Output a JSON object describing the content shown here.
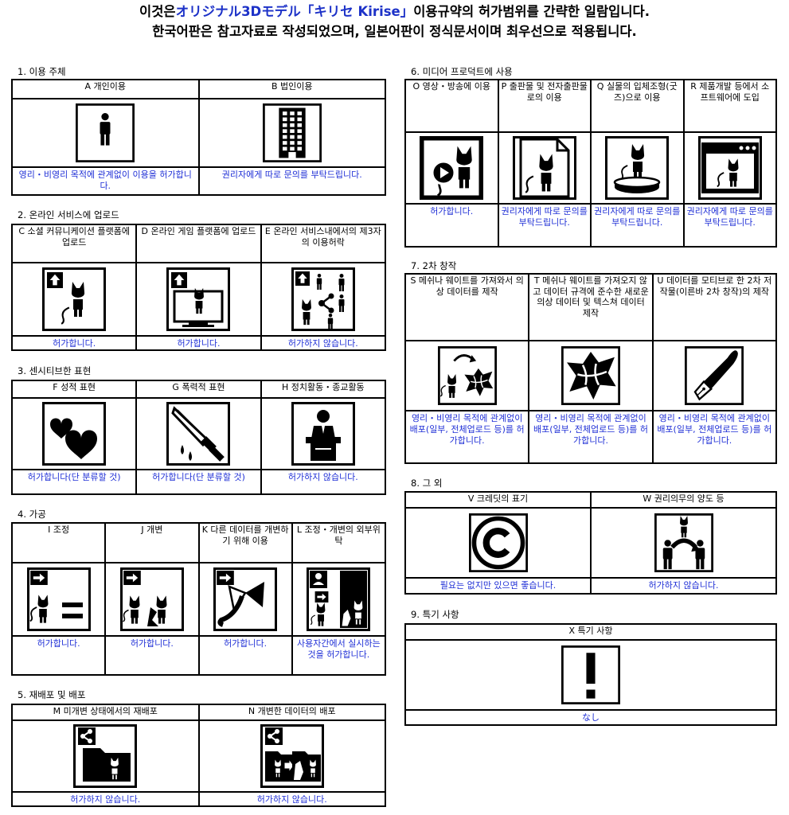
{
  "header": {
    "line1_pre": "이것은",
    "line1_highlight": "オリジナル3Dモデル「キリセ Kirise」",
    "line1_post": "이용규약의 허가범위를 간략한 일람입니다.",
    "line2": "한국어판은 참고자료로 작성되었으며, 일본어판이 정식문서이며 최우선으로 적용됩니다."
  },
  "colors": {
    "permission_text": "#1f2fd6",
    "highlight": "#1d32c8"
  },
  "sections": [
    {
      "title": "1. 이용 주체",
      "items": [
        {
          "label": "A 개인이용",
          "icon": "person-icon",
          "note": "영리・비영리 목적에 관계없이 이용을 허가합니다."
        },
        {
          "label": "B 법인이용",
          "icon": "building-icon",
          "note": "권리자에게 따로 문의를 부탁드립니다."
        }
      ]
    },
    {
      "title": "2. 온라인 서비스에 업로드",
      "items": [
        {
          "label": "C 소셜 커뮤니케이션 플랫폼에 업로드",
          "icon": "upload-cat-icon",
          "note": "허가합니다."
        },
        {
          "label": "D 온라인 게임 플랫폼에 업로드",
          "icon": "upload-monitor-cat-icon",
          "note": "허가합니다."
        },
        {
          "label": "E 온라인 서비스내에서의 제3자의 이용허락",
          "icon": "upload-share-people-icon",
          "note": "허가하지 않습니다."
        }
      ]
    },
    {
      "title": "3. 센시티브한 표현",
      "items": [
        {
          "label": "F 성적 표현",
          "icon": "hearts-icon",
          "note": "허가합니다(단 분류할 것)"
        },
        {
          "label": "G 폭력적 표현",
          "icon": "knife-icon",
          "note": "허가합니다(단 분류할 것)"
        },
        {
          "label": "H 정치활동・종교활동",
          "icon": "podium-speaker-icon",
          "note": "허가하지 않습니다."
        }
      ]
    },
    {
      "title": "4. 가공",
      "items": [
        {
          "label": "I 조정",
          "icon": "adjust-equal-icon",
          "note": "허가합니다."
        },
        {
          "label": "J 개변",
          "icon": "modify-cats-icon",
          "note": "허가합니다."
        },
        {
          "label": "K 다른 데이터를 개변하기 위해 이용",
          "icon": "reuse-bow-icon",
          "note": "허가합니다."
        },
        {
          "label": "L 조정・개변의 외부위탁",
          "icon": "outsource-icon",
          "note": "사용자간에서 실시하는 것을 허가합니다."
        }
      ]
    },
    {
      "title": "5. 재배포 및 배포",
      "items": [
        {
          "label": "M 미개변 상태에서의 재배포",
          "icon": "share-folder-cat-icon",
          "note": "허가하지 않습니다."
        },
        {
          "label": "N 개변한 데이터의 배포",
          "icon": "share-modified-icon",
          "note": "허가하지 않습니다."
        }
      ]
    },
    {
      "title": "6. 미디어 프로덕트에 사용",
      "items": [
        {
          "label": "O 영상・방송에 이용",
          "icon": "video-cat-icon",
          "note": "허가합니다."
        },
        {
          "label": "P 출판물 및 전자출판물로의 이용",
          "icon": "document-cat-icon",
          "note": "권리자에게 따로 문의를 부탁드립니다."
        },
        {
          "label": "Q 실물의 입체조형(굿즈)으로 이용",
          "icon": "figure-base-icon",
          "note": "권리자에게 따로 문의를 부탁드립니다."
        },
        {
          "label": "R 제품개발 등에서 소프트웨어에 도입",
          "icon": "app-window-cat-icon",
          "note": "권리자에게 따로 문의를 부탁드립니다."
        }
      ]
    },
    {
      "title": "7. 2차 창작",
      "items": [
        {
          "label": "S 메쉬나 웨이트를 가져와서 의상 데이터를 제작",
          "icon": "cat-to-cloth-icon",
          "note": "영리・비영리 목적에 관계없이 배포(일부, 전체업로드 등)를 허가합니다."
        },
        {
          "label": "T 메쉬나 웨이트를 가져오지 않고 데이터 규격에 준수한 새로운 의상 데이터 및 텍스쳐 데이터 제작",
          "icon": "cloth-icon",
          "note": "영리・비영리 목적에 관계없이 배포(일부, 전체업로드 등)를 허가합니다."
        },
        {
          "label": "U 데이터를 모티브로 한 2차 저작물(이른바 2차 창작)의 제작",
          "icon": "pen-nib-icon",
          "note": "영리・비영리 목적에 관계없이 배포(일부, 전체업로드 등)를 허가합니다."
        }
      ]
    },
    {
      "title": "8. 그 외",
      "items": [
        {
          "label": "V 크레딧의 표기",
          "icon": "copyright-icon",
          "note": "필요는 없지만 있으면 좋습니다."
        },
        {
          "label": "W 권리의무의 양도 등",
          "icon": "transfer-people-icon",
          "note": "허가하지 않습니다."
        }
      ]
    },
    {
      "title": "9. 특기 사항",
      "items": [
        {
          "label": "X 특기 사항",
          "icon": "exclamation-icon",
          "note": "なし"
        }
      ]
    }
  ]
}
